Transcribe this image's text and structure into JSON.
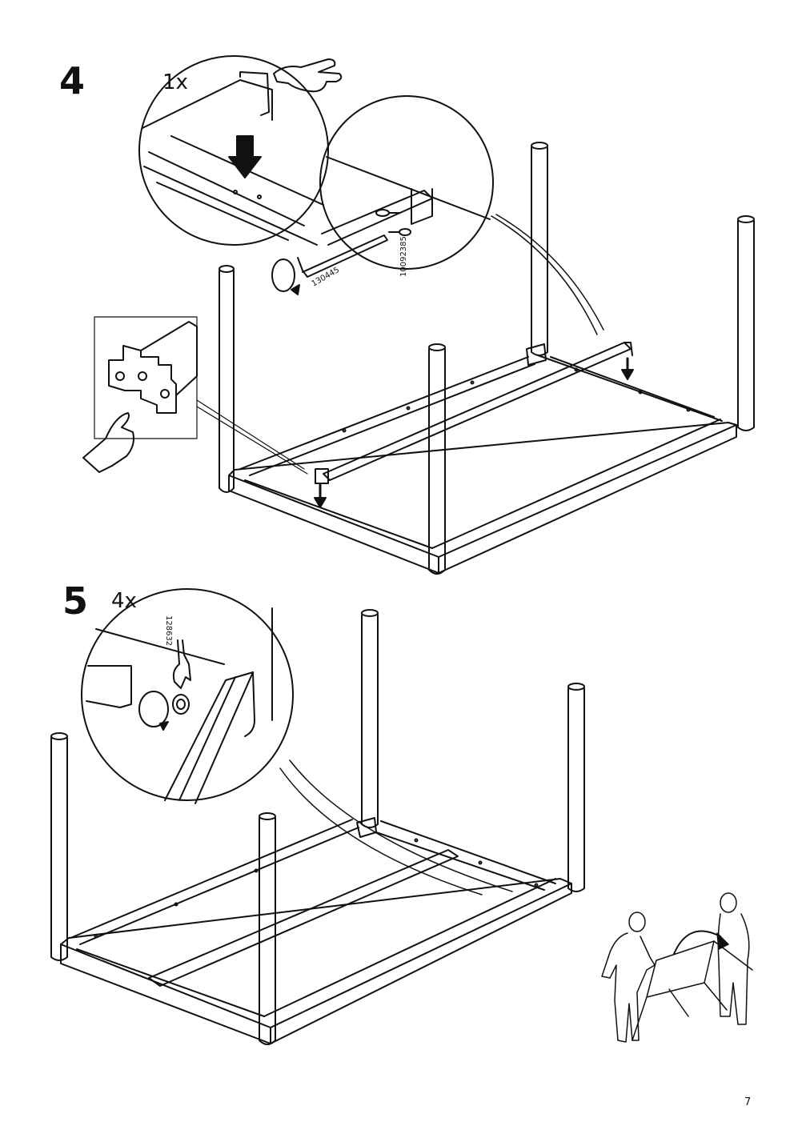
{
  "step4": {
    "number": "4",
    "quantity": "1x",
    "parts": {
      "allen_key": "130445",
      "bolt": "10092385"
    }
  },
  "step5": {
    "number": "5",
    "quantity": "4x",
    "parts": {
      "wrench": "128632"
    }
  },
  "page_number": "7"
}
